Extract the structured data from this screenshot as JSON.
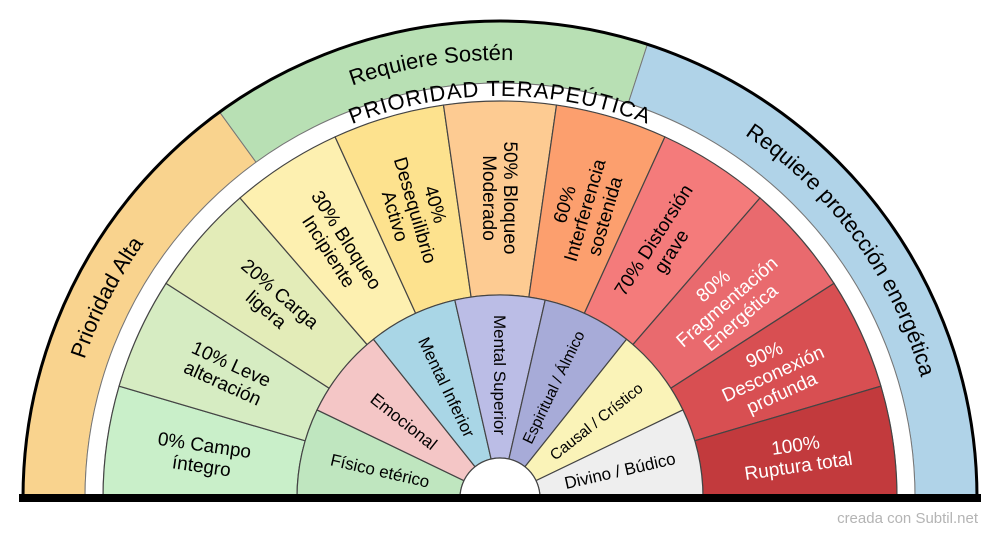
{
  "outer_ring": [
    {
      "label": "Prioridad Alta",
      "color": "#f9d38e",
      "from": 0,
      "to": 30
    },
    {
      "label": "Requiere Sostén",
      "color": "#b8e0b4",
      "from": 30,
      "to": 60
    },
    {
      "label": "Requiere protección energética",
      "color": "#b0d3e8",
      "from": 60,
      "to": 100
    }
  ],
  "inner_band_label": "PRIORIDAD TERAPEÚTICA",
  "percent_sectors": [
    {
      "lines": [
        "0% Campo",
        "íntegro"
      ],
      "color": "#c9efc9",
      "text_color": "#000000"
    },
    {
      "lines": [
        "10% Leve",
        "alteración"
      ],
      "color": "#d6ecc2",
      "text_color": "#000000"
    },
    {
      "lines": [
        "20% Carga",
        "ligera"
      ],
      "color": "#e3ecb8",
      "text_color": "#000000"
    },
    {
      "lines": [
        "30% Bloqueo",
        "Incipiente"
      ],
      "color": "#fdf0b0",
      "text_color": "#000000"
    },
    {
      "lines": [
        "40%",
        "Desequilibrio",
        "Activo"
      ],
      "color": "#fde28e",
      "text_color": "#000000"
    },
    {
      "lines": [
        "50% Bloqueo",
        "Moderado"
      ],
      "color": "#fdcb92",
      "text_color": "#000000"
    },
    {
      "lines": [
        "60%",
        "Interferencia",
        "sostenida"
      ],
      "color": "#fc9f6e",
      "text_color": "#000000"
    },
    {
      "lines": [
        "70% Distorsión",
        "grave"
      ],
      "color": "#f47b7b",
      "text_color": "#000000"
    },
    {
      "lines": [
        "80%",
        "Fragmentación",
        "Energética"
      ],
      "color": "#e96a6e",
      "text_color": "#ffffff"
    },
    {
      "lines": [
        "90%",
        "Desconexión",
        "profunda"
      ],
      "color": "#d84f52",
      "text_color": "#ffffff"
    },
    {
      "lines": [
        "100%",
        "Ruptura total"
      ],
      "color": "#c23a3d",
      "text_color": "#ffffff"
    }
  ],
  "plane_sectors": [
    {
      "label": "Físico etérico",
      "color": "#bfe6bf"
    },
    {
      "label": "Emocional",
      "color": "#f4c6c6"
    },
    {
      "label": "Mental Inferior",
      "color": "#a9d6e6"
    },
    {
      "label": "Mental Superior",
      "color": "#bbbde6"
    },
    {
      "label": "Espiritual / Álmico",
      "color": "#a7abd8"
    },
    {
      "label": "Causal / Crístico",
      "color": "#faf3b8"
    },
    {
      "label": "Divino / Búdico",
      "color": "#eeeeee"
    }
  ],
  "credit": "creada con Subtil.net"
}
